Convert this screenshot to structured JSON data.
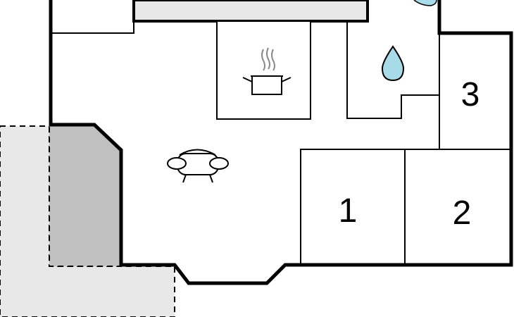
{
  "rooms": [
    {
      "id": "bedroom-1",
      "label": "1"
    },
    {
      "id": "bedroom-2",
      "label": "2"
    },
    {
      "id": "bedroom-3",
      "label": "3"
    }
  ],
  "icons": {
    "kitchen": "cooking-pot-icon",
    "bathroom": "water-drop-icon",
    "living": "sofa-icon"
  },
  "colors": {
    "wall": "#000000",
    "terrace": "#e8e8e8",
    "terrace_covered": "#c0c0c0",
    "water": "#a8dbe8",
    "floor": "#ffffff"
  }
}
